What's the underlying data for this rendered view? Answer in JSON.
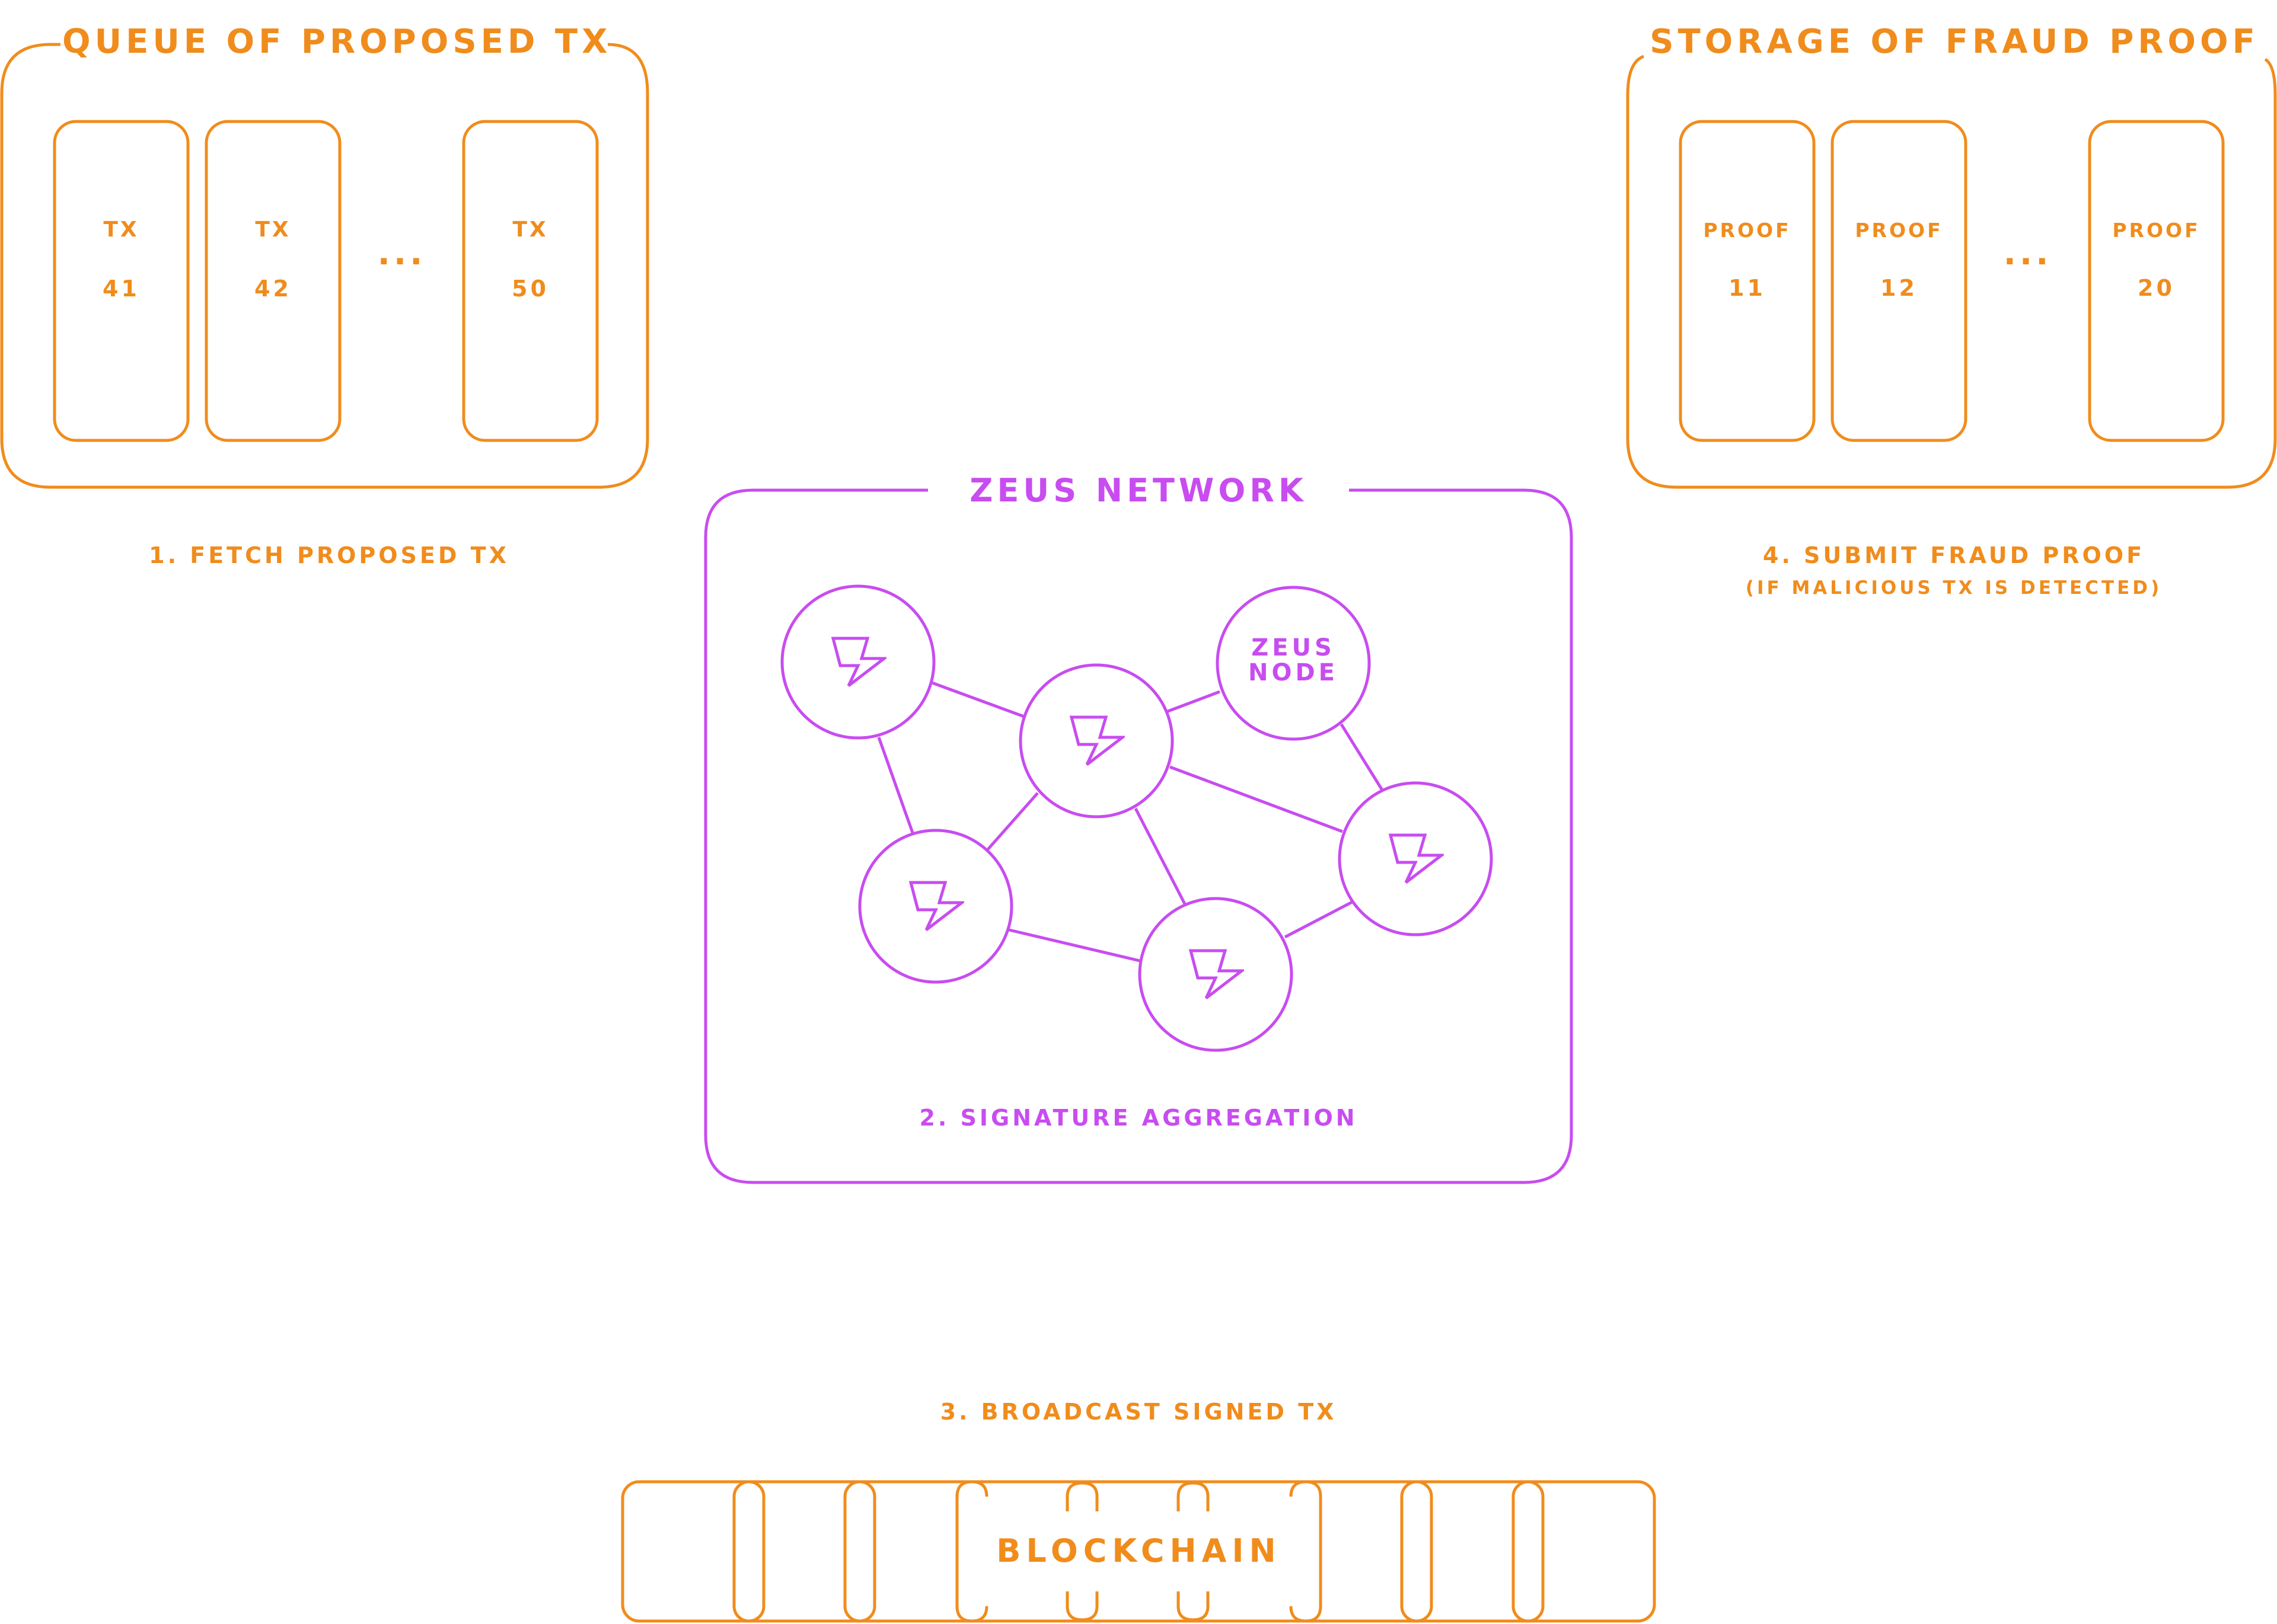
{
  "colors": {
    "orange": "#F08C1C",
    "purple": "#C84CF0",
    "background": "#FFFFFF"
  },
  "queue": {
    "title": "QUEUE OF PROPOSED TX",
    "cards": [
      {
        "label": "TX",
        "number": "41"
      },
      {
        "label": "TX",
        "number": "42"
      },
      {
        "label": "TX",
        "number": "50"
      }
    ],
    "ellipsis": "...",
    "step_label": "1. FETCH PROPOSED TX"
  },
  "storage": {
    "title": "STORAGE OF FRAUD PROOF",
    "cards": [
      {
        "label": "PROOF",
        "number": "11"
      },
      {
        "label": "PROOF",
        "number": "12"
      },
      {
        "label": "PROOF",
        "number": "20"
      }
    ],
    "ellipsis": "...",
    "step_label": "4. SUBMIT FRAUD PROOF",
    "step_note": "(IF MALICIOUS TX IS DETECTED)"
  },
  "network": {
    "title": "ZEUS NETWORK",
    "node_label_line1": "ZEUS",
    "node_label_line2": "NODE",
    "node_icon": "lightning-bolt-icon",
    "step_label": "2. SIGNATURE AGGREGATION"
  },
  "broadcast": {
    "step_label": "3. BROADCAST SIGNED TX"
  },
  "blockchain": {
    "label": "BLOCKCHAIN"
  }
}
